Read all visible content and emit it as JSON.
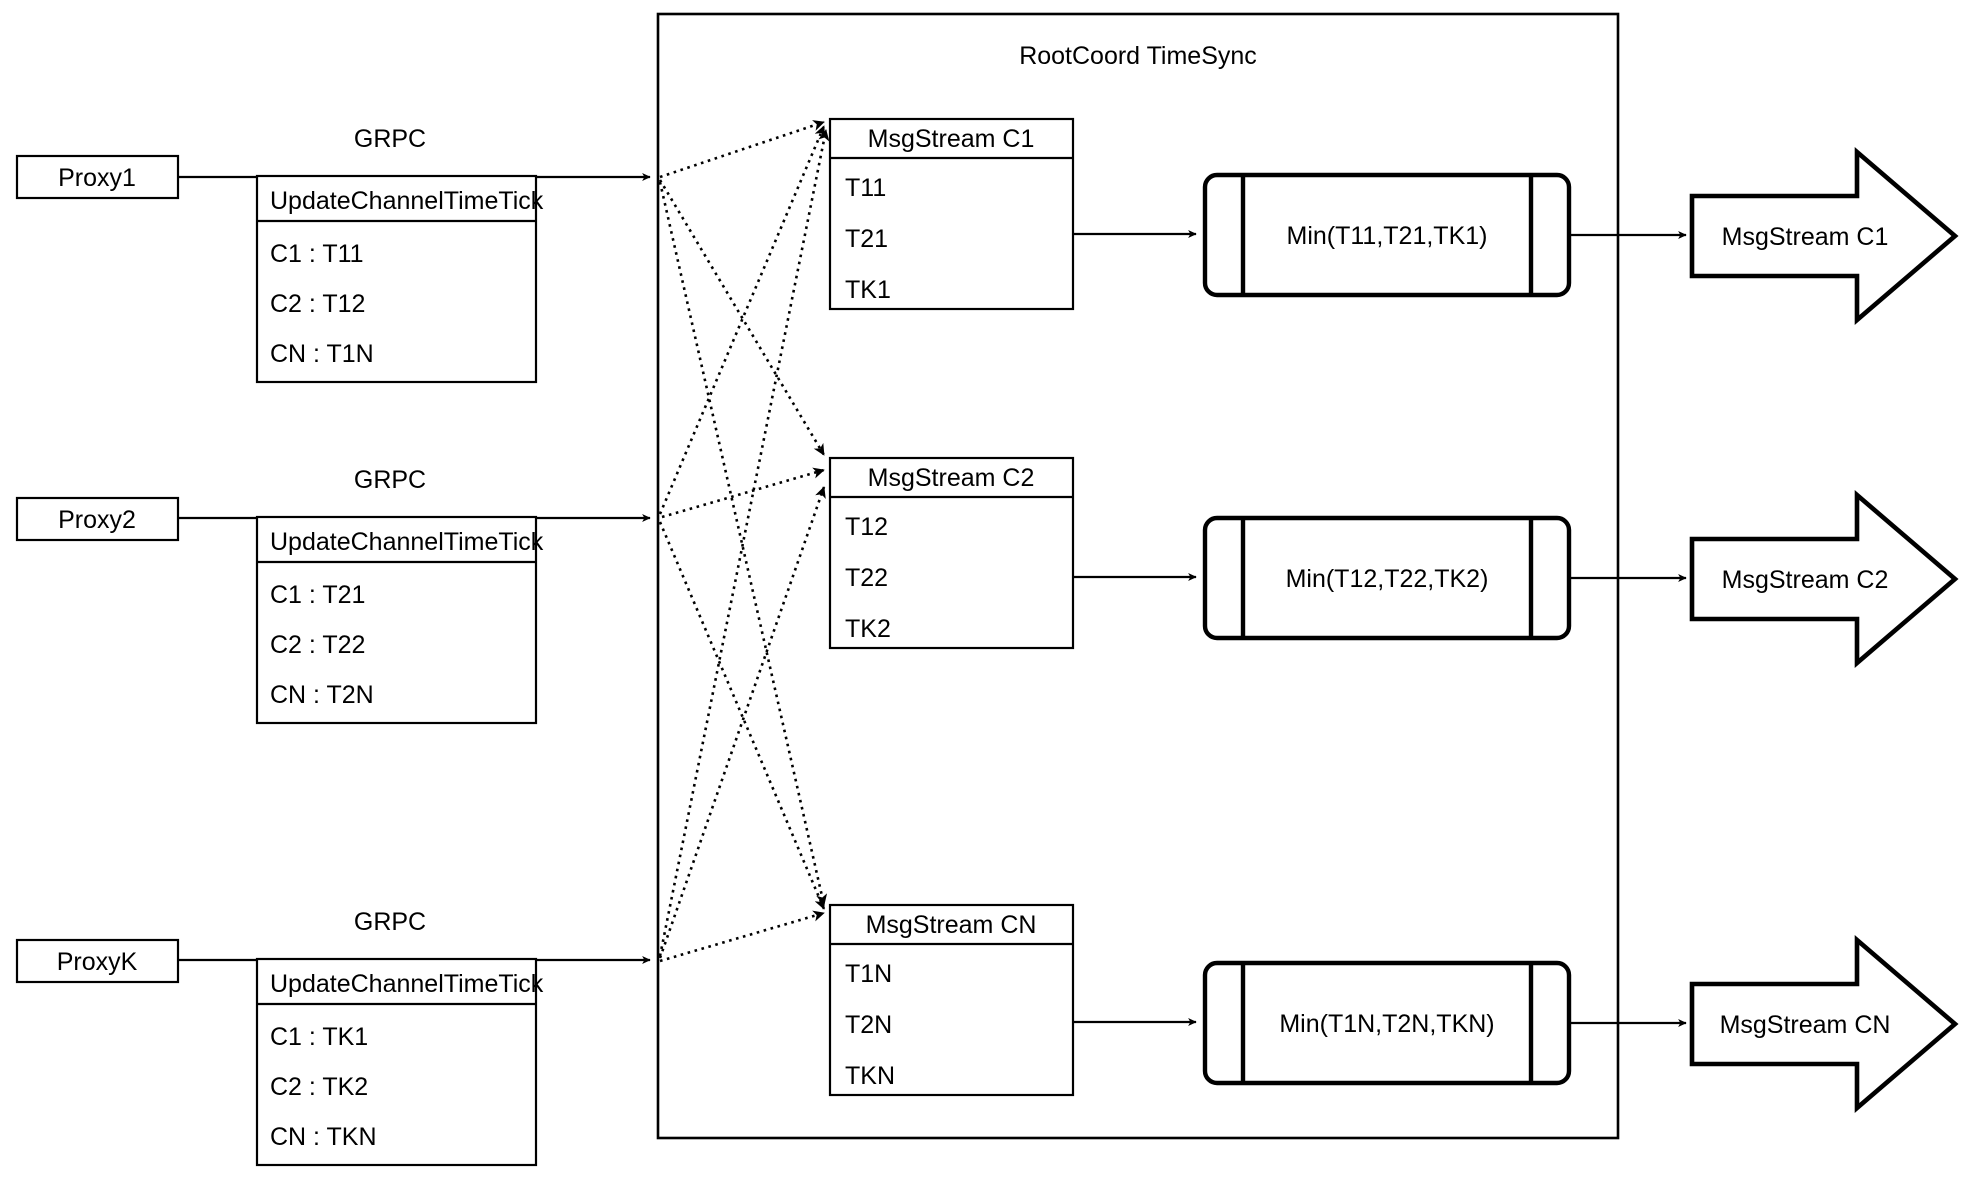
{
  "diagram": {
    "title": "RootCoord TimeSync",
    "link_label": "GRPC",
    "proxies": [
      {
        "name": "Proxy1",
        "link_label": "GRPC",
        "message": {
          "header": "UpdateChannelTimeTick",
          "rows": [
            "C1 :  T11",
            "C2 :  T12",
            "CN : T1N"
          ]
        }
      },
      {
        "name": "Proxy2",
        "link_label": "GRPC",
        "message": {
          "header": "UpdateChannelTimeTick",
          "rows": [
            "C1 :  T21",
            "C2 :  T22",
            "CN : T2N"
          ]
        }
      },
      {
        "name": "ProxyK",
        "link_label": "GRPC",
        "message": {
          "header": "UpdateChannelTimeTick",
          "rows": [
            "C1 :  TK1",
            "C2 :  TK2",
            "CN : TKN"
          ]
        }
      }
    ],
    "channels": [
      {
        "stream_header": "MsgStream C1",
        "stream_rows": [
          "T11",
          "T21",
          "TK1"
        ],
        "process": "Min(T11,T21,TK1)",
        "output": "MsgStream C1"
      },
      {
        "stream_header": "MsgStream C2",
        "stream_rows": [
          "T12",
          "T22",
          "TK2"
        ],
        "process": "Min(T12,T22,TK2)",
        "output": "MsgStream C2"
      },
      {
        "stream_header": "MsgStream CN",
        "stream_rows": [
          "T1N",
          "T2N",
          "TKN"
        ],
        "process": "Min(T1N,T2N,TKN)",
        "output": "MsgStream CN"
      }
    ],
    "colors": {
      "stroke": "#000000",
      "background": "#ffffff"
    }
  }
}
